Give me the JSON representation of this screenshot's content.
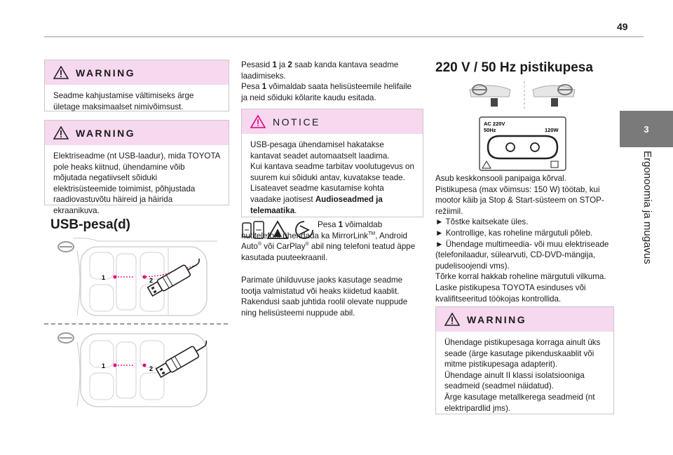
{
  "page": {
    "number": "49"
  },
  "side_tab": {
    "number": "3",
    "label": "Ergonoomia ja mugavus"
  },
  "col1": {
    "warning1": {
      "title": "WARNING",
      "text": "Seadme kahjustamise vältimiseks ärge ületage maksimaalset nimivõimsust."
    },
    "warning2": {
      "title": "WARNING",
      "text": "Elektriseadme (nt USB-laadur), mida TOYOTA pole heaks kiitnud, ühendamine võib mõjutada negatiivselt sõiduki elektrisüsteemide toimimist, põhjustada raadiovastuvõtu häireid ja häirida ekraanikuva."
    },
    "heading": "USB-pesa(d)",
    "diagram1": {
      "label1": "1",
      "label2": "2"
    },
    "diagram2": {
      "label1": "1",
      "label2": "2"
    }
  },
  "col2": {
    "intro_1a": "Pesasid ",
    "intro_1b": "1",
    "intro_1c": " ja ",
    "intro_1d": "2",
    "intro_1e": " saab kanda kantava seadme laadimiseks.",
    "intro_2a": "Pesa ",
    "intro_2b": "1",
    "intro_2c": " võimaldab saata helisüsteemile helifaile ja neid sõiduki kõlarite kaudu esitada.",
    "notice": {
      "title": "NOTICE",
      "text": "USB-pesaga ühendamisel hakatakse kantavat seadet automaatselt laadima.\nKui kantava seadme tarbitav voolutugevus on suurem kui sõiduki antav, kuvatakse teade.\nLisateavet seadme kasutamise kohta vaadake jaotisest ",
      "bold": "Audioseadmed ja telemaatika",
      "end": "."
    },
    "p_a": "Pesa ",
    "p_b": "1",
    "p_c": " võimaldab nutitelefoni ühendada ka MirrorLink",
    "p_tm": "TM",
    "p_d": ", Android Auto",
    "p_reg1": "®",
    "p_e": " või CarPlay",
    "p_reg2": "®",
    "p_f": " abil ning telefoni teatud äppe kasutada puuteekraanil.",
    "p2": "Parimate ühilduvuse jaoks kasutage seadme tootja valmistatud või heaks kiidetud kaablit.",
    "p3": "Rakendusi saab juhtida roolil olevate nuppude ning helisüsteemi nuppude abil."
  },
  "col3": {
    "heading": "220 V / 50 Hz pistikupesa",
    "socket": {
      "line1": "AC 220V",
      "line2": "50Hz",
      "power": "120W"
    },
    "lines": [
      "Asub keskkonsooli panipaiga kõrval.",
      "Pistikupesa (max võimsus: 150 W) töötab, kui mootor käib ja Stop & Start-süsteem on STOP-režiimil.",
      "► Tõstke kaitsekate üles.",
      "► Kontrollige, kas roheline märgutuli põleb.",
      "► Ühendage multimeedia- või muu elektriseade (telefonilaadur, sülearvuti, CD-DVD-mängija, pudelisoojendi vms).",
      "Tõrke korral hakkab roheline märgutuli vilkuma.",
      "Laske pistikupesa TOYOTA esinduses või kvalifitseeritud töökojas kontrollida."
    ],
    "warning": {
      "title": "WARNING",
      "lines": [
        "Ühendage pistikupesaga korraga ainult üks seade (ärge kasutage pikenduskaablit või mitme pistikupesaga adapterit).",
        "Ühendage ainult II klassi isolatsiooniga seadmeid (seadmel näidatud).",
        "Ärge kasutage metallkerega seadmeid (nt elektripardlid jms)."
      ]
    }
  },
  "colors": {
    "header_bg": "#f6d8ef",
    "tab_bg": "#7a7a7a",
    "magenta": "#e2007a"
  },
  "icons": [
    "warning-triangle-icon",
    "notice-triangle-icon",
    "mirrorlink-icon",
    "android-auto-icon",
    "carplay-icon",
    "steering-wheel-icon",
    "usb-plug-icon",
    "socket-icon"
  ]
}
